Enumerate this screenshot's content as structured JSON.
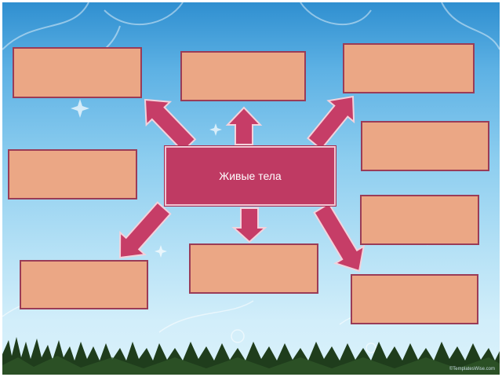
{
  "diagram": {
    "center_label": "Живые тела",
    "empty_box_count_label": "",
    "boxes": [
      {
        "id": "top-left",
        "label": ""
      },
      {
        "id": "top-middle",
        "label": ""
      },
      {
        "id": "top-right",
        "label": ""
      },
      {
        "id": "right-upper",
        "label": ""
      },
      {
        "id": "left-middle",
        "label": ""
      },
      {
        "id": "right-lower",
        "label": ""
      },
      {
        "id": "bottom-middle",
        "label": ""
      },
      {
        "id": "bottom-left",
        "label": ""
      },
      {
        "id": "bottom-right",
        "label": ""
      }
    ]
  },
  "watermark": "©TemplatesWise.com",
  "colors": {
    "box_fill": "#eba785",
    "box_border": "#9a3c57",
    "center_fill": "#bf3a63",
    "arrow_fill": "#c63d67",
    "arrow_stroke": "#f3d2dc",
    "sky_top": "#2f8fd0",
    "sky_bottom": "#d9f1fb",
    "grass": "#1f3d1c"
  }
}
